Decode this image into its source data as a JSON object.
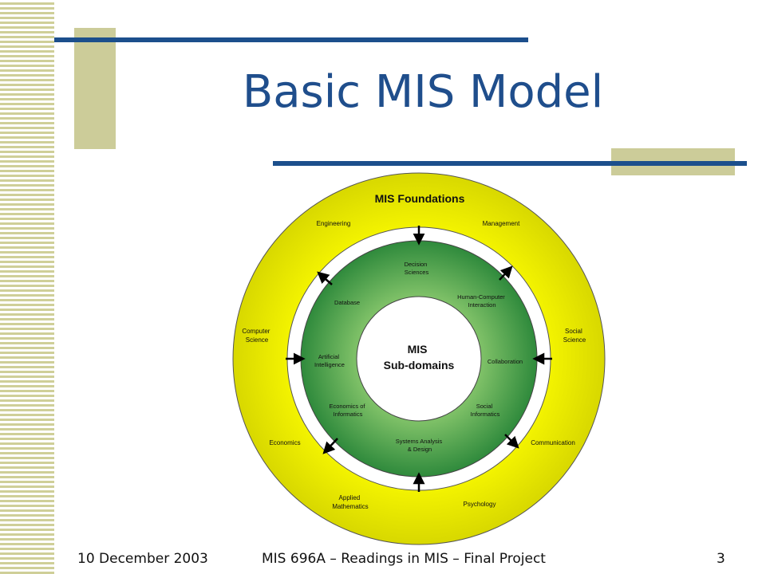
{
  "slide": {
    "title": "Basic MIS Model",
    "footer_date": "10 December 2003",
    "footer_course": "MIS 696A – Readings in MIS – Final Project",
    "page_number": "3"
  },
  "diagram": {
    "outer_title": "MIS Foundations",
    "outer_labels": {
      "engineering": "Engineering",
      "management": "Management",
      "computer_science": [
        "Computer",
        "Science"
      ],
      "social_science": [
        "Social",
        "Science"
      ],
      "economics": "Economics",
      "communication": "Communication",
      "applied_mathematics": [
        "Applied",
        "Mathematics"
      ],
      "psychology": "Psychology"
    },
    "middle_labels": {
      "decision_sciences": [
        "Decision",
        "Sciences"
      ],
      "database": "Database",
      "hci": [
        "Human-Computer",
        "Interaction"
      ],
      "artificial_intelligence": [
        "Artificial",
        "Intelligence"
      ],
      "collaboration": "Collaboration",
      "economics_of_informatics": [
        "Economics of",
        "Informatics"
      ],
      "social_informatics": [
        "Social",
        "Informatics"
      ],
      "systems_analysis": [
        "Systems Analysis",
        "& Design"
      ]
    },
    "center_labels": [
      "MIS",
      "Sub-domains"
    ],
    "colors": {
      "outer_ring": "#f0f000",
      "green_ring_light": "#8cc878",
      "green_ring_dark": "#2f8a3c",
      "title_blue": "#1f4e8c",
      "deco_tan": "#cccc99"
    }
  }
}
